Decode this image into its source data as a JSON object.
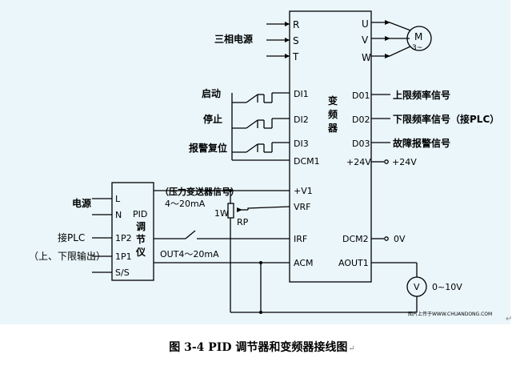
{
  "diagram": {
    "background_color": "#eaf6fa",
    "line_color": "#000000",
    "power_label": "三相电源",
    "inverter": {
      "input_terminals": [
        "R",
        "S",
        "T"
      ],
      "output_terminals": [
        "U",
        "V",
        "W"
      ],
      "title": [
        "变",
        "频",
        "器"
      ],
      "di_terminals": [
        "DI1",
        "DI2",
        "DI3",
        "DCM1"
      ],
      "do_terminals": [
        "D01",
        "D02",
        "D03",
        "+24V"
      ],
      "analog_terminals": [
        "+V1",
        "VRF",
        "IRF",
        "ACM"
      ],
      "right_lower_terminals": [
        "DCM2",
        "AOUT1"
      ]
    },
    "motor": {
      "label": "M",
      "sub": "3~"
    },
    "switch_labels": [
      "启动",
      "停止",
      "报警复位"
    ],
    "output_signal_labels": [
      "上限频率信号",
      "下限频率信号（接PLC）",
      "故障报警信号",
      "+24V"
    ],
    "pid": {
      "terminals": [
        "L",
        "N",
        "1P2",
        "1P1",
        "S/S"
      ],
      "title_chars": [
        "PID",
        "调",
        "节",
        "仪"
      ]
    },
    "pid_labels": {
      "power": "电源",
      "plc": "接PLC",
      "limit_out": "（上、下限输出）",
      "pressure_signal": "（压力变送器信号）",
      "pressure_range": "4～20mA",
      "out_label": "OUT4～20mA"
    },
    "potentiometer": {
      "power": "1W",
      "label": "RP"
    },
    "dcm2_out": "0V",
    "voltmeter": {
      "label": "V",
      "range": "0~10V"
    },
    "watermark": "图片上传于WWW.CHUANDONG.COM"
  },
  "caption": {
    "text": "图 3-4    PID 调节器和变频器接线图",
    "return_mark": "↵"
  }
}
